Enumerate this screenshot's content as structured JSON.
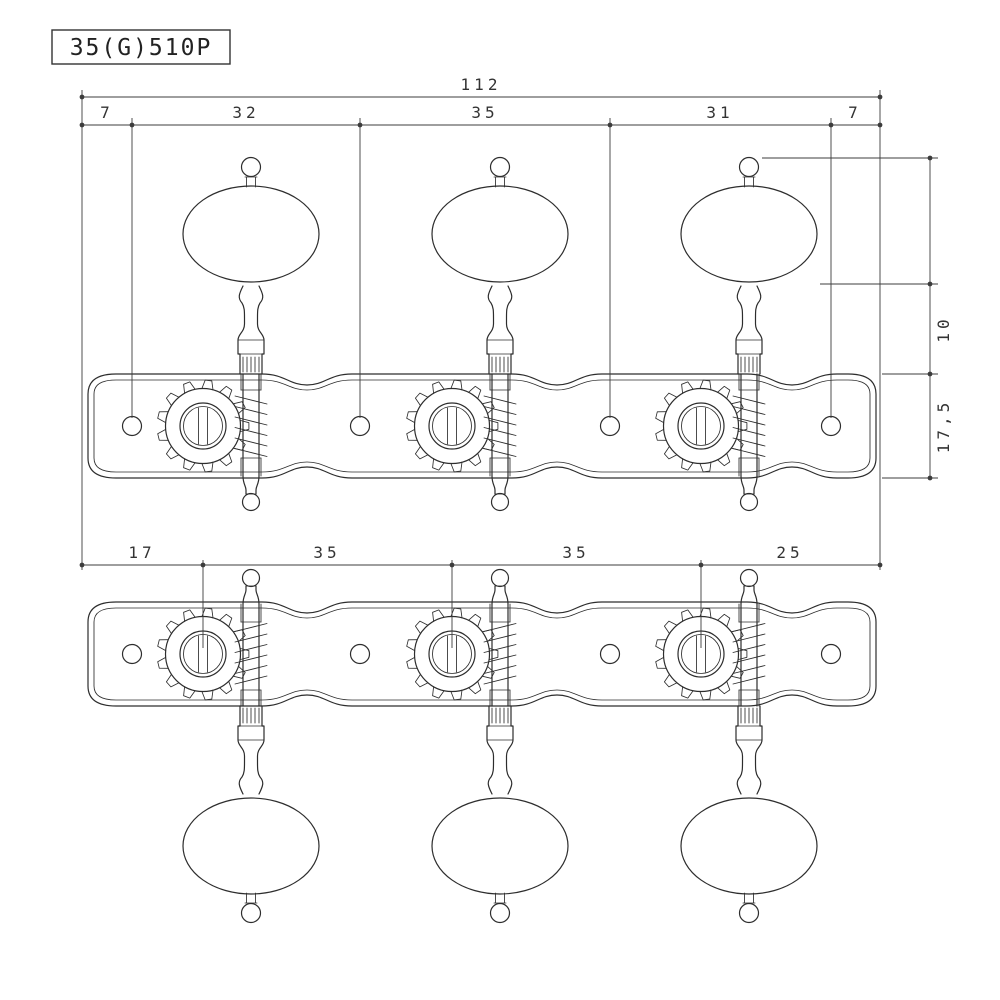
{
  "title": "35(G)510P",
  "dims": {
    "overall": "112",
    "top": [
      "7",
      "32",
      "35",
      "31",
      "7"
    ],
    "middle": [
      "17",
      "35",
      "35",
      "25"
    ],
    "right": [
      "10",
      "17,5"
    ]
  }
}
